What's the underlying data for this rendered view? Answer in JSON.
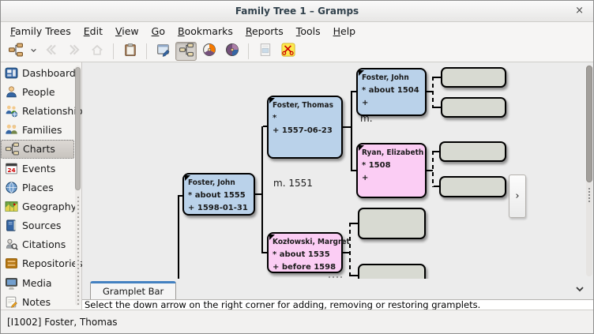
{
  "window": {
    "title": "Family Tree 1 – Gramps",
    "close_glyph": "×"
  },
  "menubar": {
    "items": [
      "Family Trees",
      "Edit",
      "View",
      "Go",
      "Bookmarks",
      "Reports",
      "Tools",
      "Help"
    ]
  },
  "toolbar": {
    "buttons": [
      {
        "name": "family-trees-button",
        "icon": "family-tree-icon"
      },
      {
        "name": "family-trees-dropdown",
        "icon": "chevron-down-icon",
        "narrow": true
      },
      {
        "name": "back-button",
        "icon": "back-icon",
        "disabled": true
      },
      {
        "name": "forward-button",
        "icon": "forward-icon",
        "disabled": true
      },
      {
        "name": "home-button",
        "icon": "home-icon",
        "disabled": true
      },
      {
        "separator": true
      },
      {
        "name": "clipboard-button",
        "icon": "clipboard-icon"
      },
      {
        "separator": true
      },
      {
        "name": "configure-view-button",
        "icon": "configure-view-icon"
      },
      {
        "name": "pedigree-view-button",
        "icon": "pedigree-view-icon",
        "active": true
      },
      {
        "name": "fan-chart-button",
        "icon": "fan-chart-icon"
      },
      {
        "name": "descendant-fan-button",
        "icon": "descendant-fan-icon"
      },
      {
        "separator": true
      },
      {
        "name": "document-button",
        "icon": "document-icon",
        "disabled": true
      },
      {
        "name": "scissors-button",
        "icon": "scissors-icon"
      }
    ]
  },
  "sidebar": {
    "items": [
      {
        "label": "Dashboard",
        "icon": "dashboard-icon"
      },
      {
        "label": "People",
        "icon": "people-icon"
      },
      {
        "label": "Relationships",
        "icon": "relationships-icon"
      },
      {
        "label": "Families",
        "icon": "families-icon"
      },
      {
        "label": "Charts",
        "icon": "charts-icon",
        "selected": true
      },
      {
        "label": "Events",
        "icon": "events-icon"
      },
      {
        "label": "Places",
        "icon": "places-icon"
      },
      {
        "label": "Geography",
        "icon": "geography-icon"
      },
      {
        "label": "Sources",
        "icon": "sources-icon"
      },
      {
        "label": "Citations",
        "icon": "citations-icon"
      },
      {
        "label": "Repositories",
        "icon": "repositories-icon"
      },
      {
        "label": "Media",
        "icon": "media-icon"
      },
      {
        "label": "Notes",
        "icon": "notes-icon"
      }
    ]
  },
  "chart": {
    "persons": [
      {
        "name": "Foster, John",
        "birth": "* about 1555",
        "death": "+ 1598-01-31",
        "gender": "male"
      },
      {
        "name": "Foster, Thomas",
        "birth": "*",
        "death": "+ 1557-06-23",
        "gender": "male"
      },
      {
        "name": "Kozłowski, Margret",
        "birth": "* about 1535",
        "death": "+ before 1598",
        "gender": "female"
      },
      {
        "name": "Foster, John",
        "birth": "* about 1504",
        "death": "+",
        "gender": "male"
      },
      {
        "name": "Ryan, Elizabeth",
        "birth": "* 1508",
        "death": "+",
        "gender": "female"
      }
    ],
    "marriage_labels": [
      "m. 1551",
      "m."
    ],
    "empty_box_count": 6,
    "nav_button_glyph": "›",
    "colors": {
      "male": "#bad2ea",
      "female": "#fbcdf4",
      "unknown": "#d8dad2"
    }
  },
  "gramplet_bar": {
    "tab_label": "Gramplet Bar",
    "message": "Select the down arrow on the right corner for adding, removing or restoring gramplets."
  },
  "statusbar": {
    "text": "[I1002] Foster, Thomas"
  }
}
